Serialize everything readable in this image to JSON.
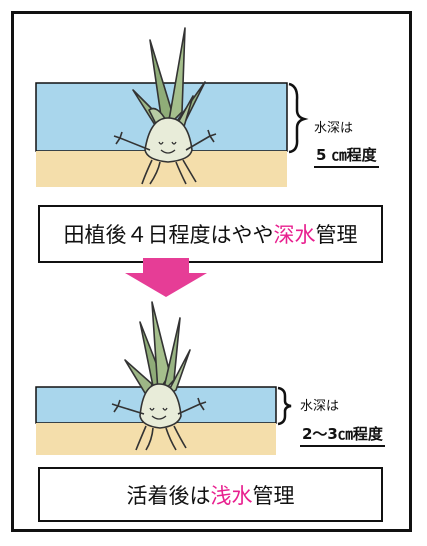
{
  "colors": {
    "water": "#a9d6ec",
    "soil": "#f4deab",
    "arrow": "#e63d96",
    "accent": "#e8208f",
    "plant_leaf": "#9db686"
  },
  "stage1": {
    "depth_label": "水深は",
    "depth_value": "5 ㎝程度",
    "caption_before": "田植後４日程度はやや",
    "caption_accent": "深水",
    "caption_after": "管理"
  },
  "stage2": {
    "depth_label": "水深は",
    "depth_value": "2〜3㎝程度",
    "caption_before": "活着後は",
    "caption_accent": "浅水",
    "caption_after": "管理"
  },
  "icons": {
    "transition": "down-arrow-icon",
    "plant": "rice-seedling-character-icon",
    "depth_marker": "bracket-icon"
  }
}
